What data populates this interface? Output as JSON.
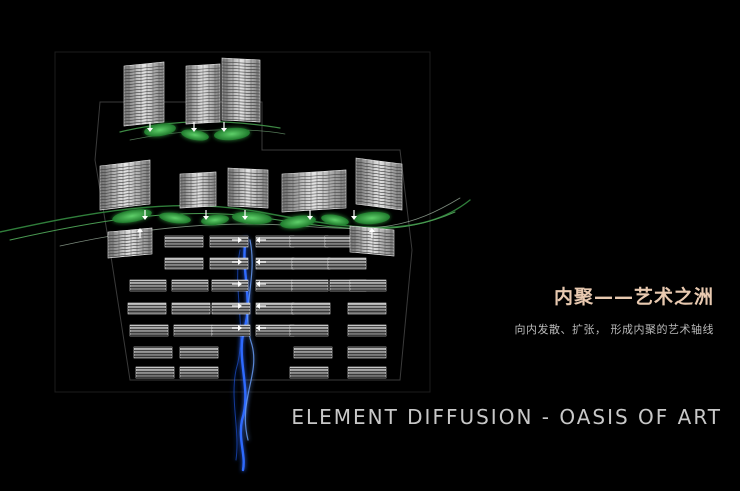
{
  "heading": {
    "title_cn": "内聚——艺术之洲",
    "subtitle_cn": "向内发散、扩张， 形成内聚的艺术轴线",
    "title_en": "ELEMENT DIFFUSION - OASIS OF ART"
  },
  "colors": {
    "background": "#000000",
    "title_cn": "#e8c9b0",
    "subtitle": "#b9b9b9",
    "title_en": "#c8c8c8",
    "green_space": "#3db34a",
    "water_axis": "#3f7bff",
    "building": "#d9d9d9"
  },
  "icons": {
    "flow_arrow": "white-arrow-icon",
    "water_axis": "blue-river-icon",
    "green_belt": "green-leaf-icon"
  }
}
